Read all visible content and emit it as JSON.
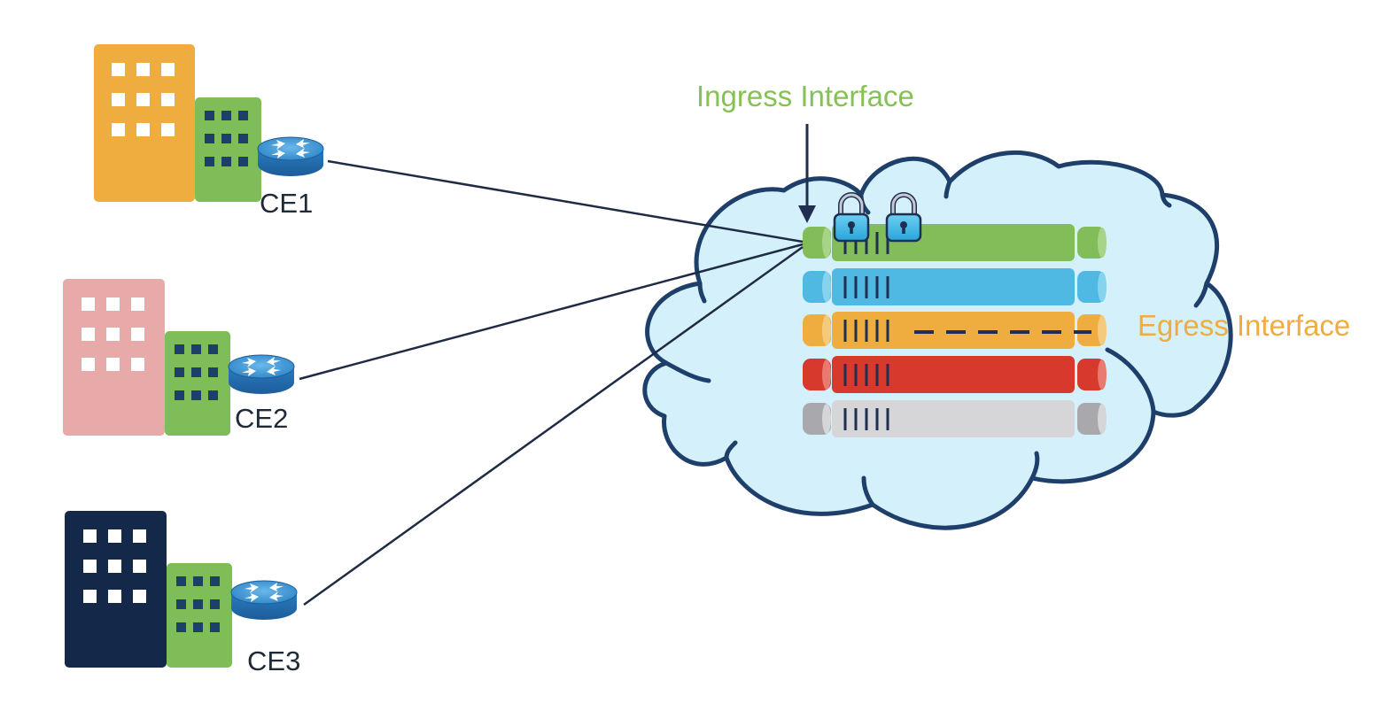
{
  "labels": {
    "ingress": "Ingress Interface",
    "egress": "Egress Interface",
    "ce1": "CE1",
    "ce2": "CE2",
    "ce3": "CE3"
  },
  "colors": {
    "ingress_text": "#86c155",
    "egress_text": "#f0ad3f",
    "cloud_fill": "#d3f0fb",
    "cloud_stroke": "#1f3f6b",
    "building_orange": "#f0ad3f",
    "building_pink": "#e8aaa8",
    "building_navy": "#14284a",
    "building_green": "#7fbd59",
    "router": "#3a8fd0",
    "lane_green": "#82bd5a",
    "lane_blue": "#4fb8e3",
    "lane_orange": "#f0ad3f",
    "lane_red": "#d7392c",
    "lane_gray": "#d6d6d9"
  },
  "icons": [
    "building-icon",
    "router-icon",
    "padlock-icon",
    "down-arrow-icon",
    "tunnel-icon"
  ]
}
